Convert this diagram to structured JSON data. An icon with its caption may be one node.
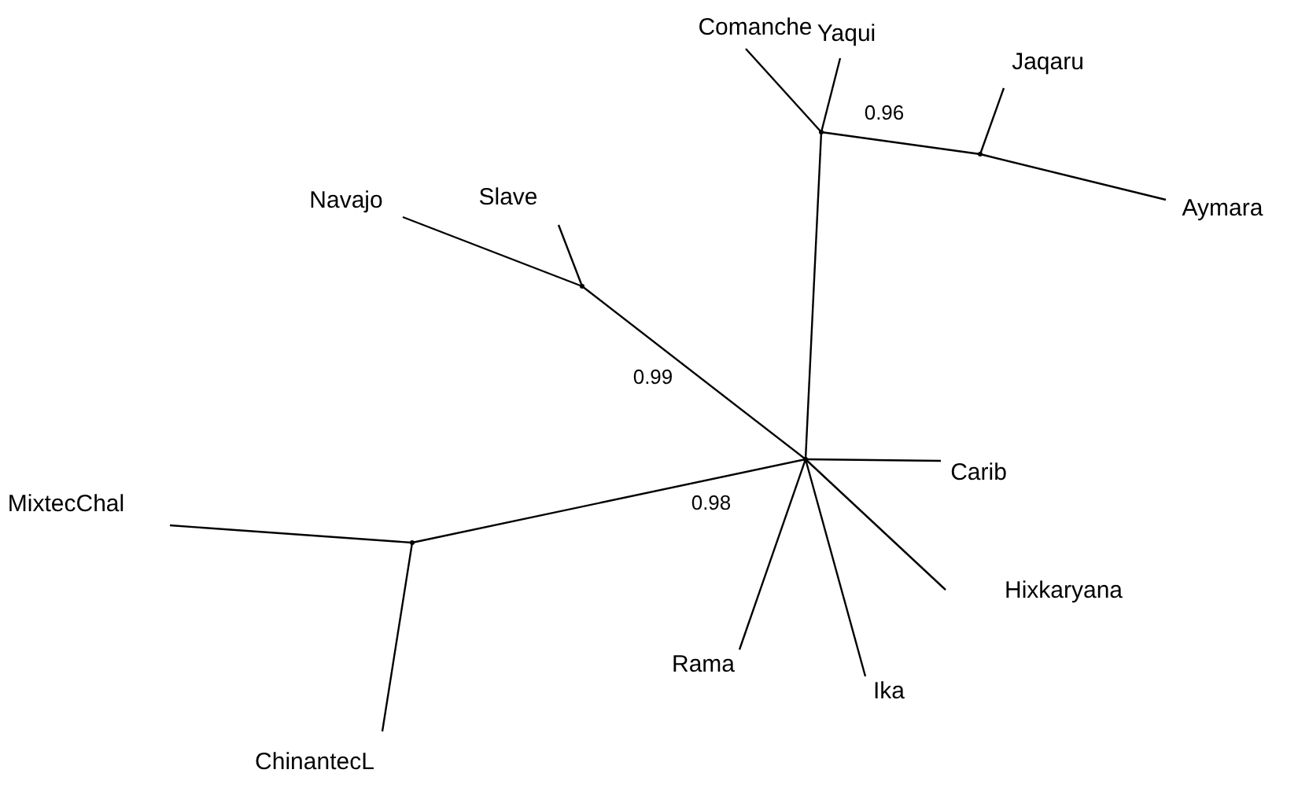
{
  "diagram": {
    "nodes": [
      {
        "text": [
          "Comanche"
        ]
      },
      {
        "text": [
          "Yaqui"
        ]
      },
      {
        "text": [
          "Jaqaru"
        ]
      },
      {
        "text": [],
        "shape": "point"
      },
      {
        "text": [],
        "shape": "point"
      },
      {
        "text": [
          "Aymara"
        ]
      },
      {
        "text": [
          "Navajo"
        ]
      },
      {
        "text": [
          "Slave"
        ]
      },
      {
        "text": [],
        "shape": "point"
      },
      {
        "text": [],
        "shape": "point"
      },
      {
        "text": [
          "Carib"
        ]
      },
      {
        "text": [
          "MixtecChal"
        ]
      },
      {
        "text": [],
        "shape": "point"
      },
      {
        "text": [
          "Hixkaryana"
        ]
      },
      {
        "text": [
          "Rama"
        ]
      },
      {
        "text": [
          "Ika"
        ]
      },
      {
        "text": [
          "ChinantecL"
        ]
      }
    ],
    "edges": [
      {
        "from": 9,
        "to": 3,
        "arrow": "none"
      },
      {
        "from": 3,
        "to": 0,
        "arrow": "none"
      },
      {
        "from": 3,
        "to": 1,
        "arrow": "none"
      },
      {
        "from": 3,
        "to": 4,
        "arrow": "none",
        "label": "0.96"
      },
      {
        "from": 4,
        "to": 2,
        "arrow": "none"
      },
      {
        "from": 4,
        "to": 5,
        "arrow": "none"
      },
      {
        "from": 9,
        "to": 8,
        "arrow": "none",
        "label": "0.99"
      },
      {
        "from": 8,
        "to": 6,
        "arrow": "none"
      },
      {
        "from": 8,
        "to": 7,
        "arrow": "none"
      },
      {
        "from": 9,
        "to": 10,
        "arrow": "none"
      },
      {
        "from": 9,
        "to": 13,
        "arrow": "none"
      },
      {
        "from": 9,
        "to": 15,
        "arrow": "none"
      },
      {
        "from": 9,
        "to": 14,
        "arrow": "none"
      },
      {
        "from": 9,
        "to": 12,
        "arrow": "none",
        "label": "0.98"
      },
      {
        "from": 12,
        "to": 11,
        "arrow": "none"
      },
      {
        "from": 12,
        "to": 16,
        "arrow": "none"
      }
    ]
  }
}
